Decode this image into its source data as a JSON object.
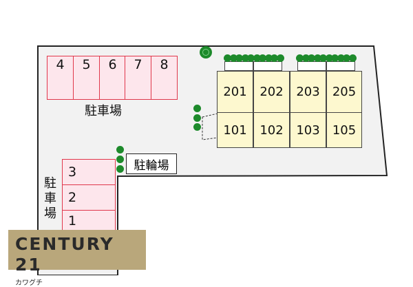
{
  "parking_top": {
    "label": "駐車場",
    "stalls": [
      "4",
      "5",
      "6",
      "7",
      "8"
    ]
  },
  "parking_left": {
    "label_chars": [
      "駐",
      "車",
      "場"
    ],
    "stalls": [
      "3",
      "2",
      "1"
    ]
  },
  "bike_parking": {
    "label": "駐輪場"
  },
  "building": {
    "upper_units": [
      "201",
      "202",
      "203",
      "205"
    ],
    "lower_units": [
      "101",
      "102",
      "103",
      "105"
    ]
  },
  "logo": {
    "name": "CENTURY 21",
    "sub": "カワグチ",
    "background": "#b9a77b"
  },
  "colors": {
    "lot": "#f2f2f2",
    "parking_fill": "#fde6ec",
    "parking_border": "#e0364a",
    "unit_fill": "#fdf8cf",
    "tree": "#1d8a2b"
  }
}
